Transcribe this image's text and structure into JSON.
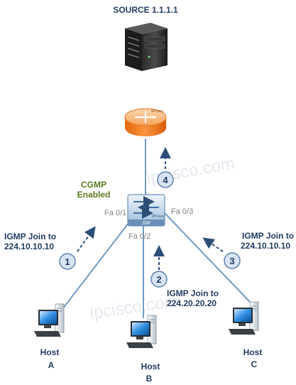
{
  "source": {
    "label": "SOURCE 1.1.1.1"
  },
  "router": {
    "brand": "IPCisco"
  },
  "switch": {
    "brand": "IPCisco",
    "tag": "SW",
    "cgmp_line1": "CGMP",
    "cgmp_line2": "Enabled",
    "ports": {
      "left": "Fa 0/1",
      "right": "Fa 0/3",
      "bottom": "Fa 0/2"
    }
  },
  "steps": [
    {
      "num": "1",
      "line1": "IGMP Join to",
      "line2": "224.10.10.10"
    },
    {
      "num": "2",
      "line1": "IGMP Join to",
      "line2": "224.20.20.20"
    },
    {
      "num": "3",
      "line1": "IGMP Join to",
      "line2": "224.10.10.10"
    },
    {
      "num": "4"
    }
  ],
  "hosts": [
    {
      "line1": "Host",
      "line2": "A"
    },
    {
      "line1": "Host",
      "line2": "B"
    },
    {
      "line1": "Host",
      "line2": "C"
    }
  ],
  "watermark": "ipcisco.com",
  "colors": {
    "link": "#6f9bc4",
    "label": "#1f3a5f",
    "cgmp": "#5a7a1e",
    "port": "#7f7f7f",
    "router": "#f07d1a",
    "step_circle": "#d8e4f4"
  }
}
